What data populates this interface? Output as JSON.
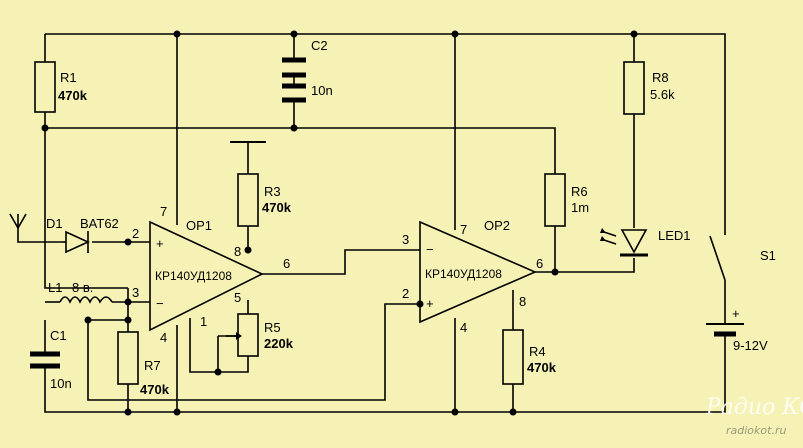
{
  "labels": {
    "r1": "R1",
    "r1_val": "470k",
    "c2": "C2",
    "c2_val": "10n",
    "r8": "R8",
    "r8_val": "5.6k",
    "r3": "R3",
    "r3_val": "470k",
    "r6": "R6",
    "r6_val": "1m",
    "d1": "D1",
    "d1_type": "BAT62",
    "op1": "OP1",
    "op2": "OP2",
    "op1_chip": "КР140УД1208",
    "op2_chip": "КР140УД1208",
    "led1": "LED1",
    "s1": "S1",
    "l1": "L1",
    "l1_turns": "8 в.",
    "c1": "C1",
    "c1_val": "10n",
    "r7": "R7",
    "r7_val": "470k",
    "r5": "R5",
    "r5_val": "220k",
    "r4": "R4",
    "r4_val": "470k",
    "battery_voltage": "9-12V",
    "plus_sign": "+",
    "minus_sign": "−"
  },
  "pins": {
    "op1_7": "7",
    "op1_2": "2",
    "op1_3": "3",
    "op1_8": "8",
    "op1_6": "6",
    "op1_5": "5",
    "op1_1": "1",
    "op1_4": "4",
    "op2_3": "3",
    "op2_2": "2",
    "op2_7": "7",
    "op2_6": "6",
    "op2_8": "8",
    "op2_4": "4"
  },
  "watermark": {
    "brand": "Радио КОТ",
    "url": "radiokot.ru"
  }
}
